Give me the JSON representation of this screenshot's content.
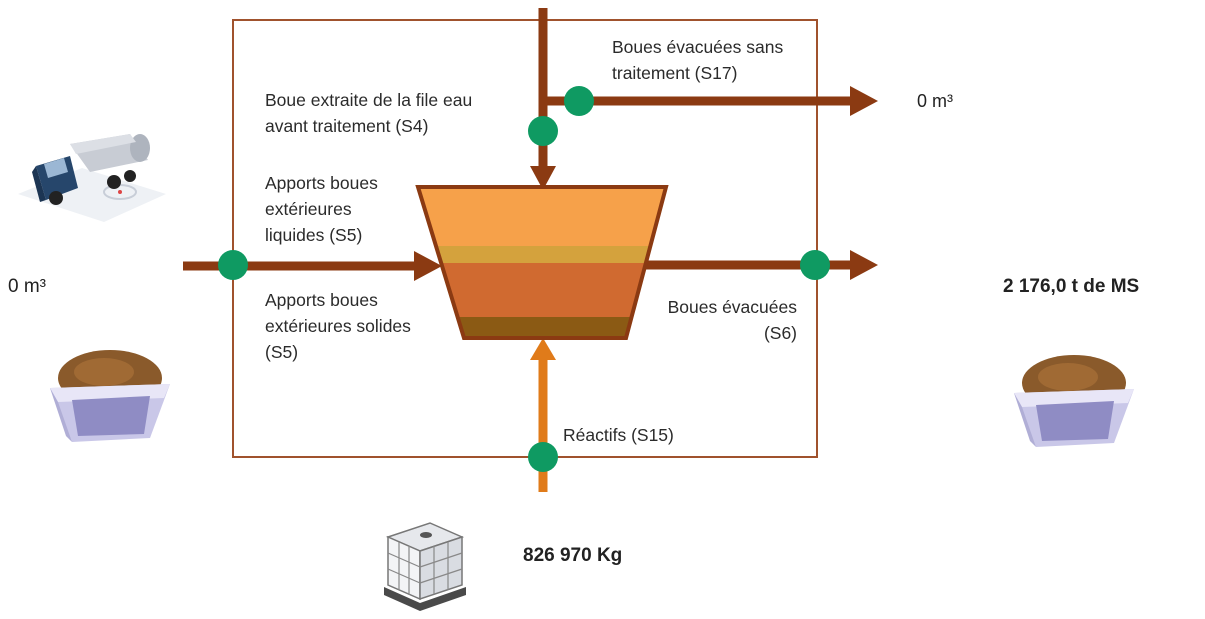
{
  "labels": {
    "s17": "Boues évacuées sans\ntraitement (S17)",
    "s4": "Boue extraite de la file eau\navant traitement (S4)",
    "s5_liquid": "Apports boues\nextérieures\nliquides (S5)",
    "s5_solid": "Apports boues\nextérieures solides\n(S5)",
    "s6": "Boues évacuées\n(S6)",
    "s15": "Réactifs (S15)"
  },
  "values": {
    "s17_out": "0 m³",
    "s5_in": "0 m³",
    "s6_out": "2 176,0 t de MS",
    "s15_in": "826 970 Kg"
  },
  "icons": {
    "truck": "tanker-truck-icon",
    "skip_left": "sludge-skip-icon",
    "skip_right": "sludge-skip-icon",
    "tank": "ibc-tank-icon"
  },
  "colors": {
    "frame": "#a0522d",
    "sludge_arrow": "#8b3a12",
    "reagent_arrow": "#e07b1a",
    "node": "#0f9a62",
    "tank_top": "#f6a14a",
    "tank_band1": "#d4a23d",
    "tank_band2": "#d06a30",
    "tank_band3": "#8b5a14"
  }
}
